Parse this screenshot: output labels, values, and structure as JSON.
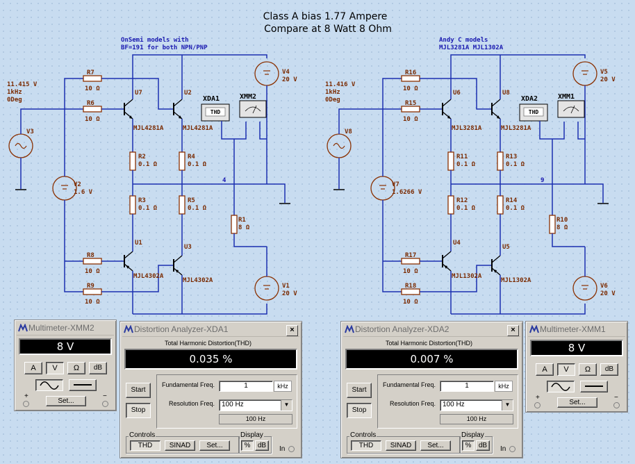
{
  "schematic": {
    "title_line1": "Class A bias 1.77 Ampere",
    "title_line2": "Compare at 8 Watt 8 Ohm",
    "left": {
      "note_line1": "OnSemi models with",
      "note_line2": "BF=191 for both NPN/PNP",
      "source": {
        "name": "V3",
        "amplitude": "11.415 V",
        "freq": "1kHz",
        "phase": "0Deg"
      },
      "bias_source": {
        "name": "V2",
        "value": "1.6 V"
      },
      "rail_top": {
        "name": "V4",
        "value": "20 V"
      },
      "rail_bottom": {
        "name": "V1",
        "value": "20 V"
      },
      "resistors": [
        {
          "name": "R7",
          "value": "10 Ω"
        },
        {
          "name": "R6",
          "value": "10 Ω"
        },
        {
          "name": "R2",
          "value": "0.1 Ω"
        },
        {
          "name": "R4",
          "value": "0.1 Ω"
        },
        {
          "name": "R3",
          "value": "0.1 Ω"
        },
        {
          "name": "R5",
          "value": "0.1 Ω"
        },
        {
          "name": "R1",
          "value": "8 Ω"
        },
        {
          "name": "R8",
          "value": "10 Ω"
        },
        {
          "name": "R9",
          "value": "10 Ω"
        }
      ],
      "transistors": [
        {
          "name": "U7",
          "model": "MJL4281A"
        },
        {
          "name": "U2",
          "model": "MJL4281A"
        },
        {
          "name": "U1",
          "model": "MJL4302A"
        },
        {
          "name": "U3",
          "model": "MJL4302A"
        }
      ],
      "node": "4",
      "xda": "XDA1",
      "xmm": "XMM2",
      "thd_tag": "THD"
    },
    "right": {
      "note_line1": "Andy C models",
      "note_line2": "MJL3281A MJL1302A",
      "source": {
        "name": "V8",
        "amplitude": "11.416 V",
        "freq": "1kHz",
        "phase": "0Deg"
      },
      "bias_source": {
        "name": "V7",
        "value": "1.6266 V"
      },
      "rail_top": {
        "name": "V5",
        "value": "20 V"
      },
      "rail_bottom": {
        "name": "V6",
        "value": "20 V"
      },
      "resistors": [
        {
          "name": "R16",
          "value": "10 Ω"
        },
        {
          "name": "R15",
          "value": "10 Ω"
        },
        {
          "name": "R11",
          "value": "0.1 Ω"
        },
        {
          "name": "R13",
          "value": "0.1 Ω"
        },
        {
          "name": "R12",
          "value": "0.1 Ω"
        },
        {
          "name": "R14",
          "value": "0.1 Ω"
        },
        {
          "name": "R10",
          "value": "8 Ω"
        },
        {
          "name": "R17",
          "value": "10 Ω"
        },
        {
          "name": "R18",
          "value": "10 Ω"
        }
      ],
      "transistors": [
        {
          "name": "U6",
          "model": "MJL3281A"
        },
        {
          "name": "U8",
          "model": "MJL3281A"
        },
        {
          "name": "U4",
          "model": "MJL1302A"
        },
        {
          "name": "U5",
          "model": "MJL1302A"
        }
      ],
      "node": "9",
      "xda": "XDA2",
      "xmm": "XMM1",
      "thd_tag": "THD"
    }
  },
  "multimeter_left": {
    "title": "Multimeter-XMM2",
    "reading": "8 V",
    "buttons": [
      "A",
      "V",
      "Ω",
      "dB"
    ],
    "set_label": "Set...",
    "plus": "+",
    "minus": "−"
  },
  "multimeter_right": {
    "title": "Multimeter-XMM1",
    "reading": "8 V",
    "buttons": [
      "A",
      "V",
      "Ω",
      "dB"
    ],
    "set_label": "Set...",
    "plus": "+",
    "minus": "−"
  },
  "analyzer_left": {
    "title": "Distortion Analyzer-XDA1",
    "heading": "Total Harmonic Distortion(THD)",
    "reading": "0.035 %",
    "start_label": "Start",
    "stop_label": "Stop",
    "fund_label": "Fundamental Freq.",
    "fund_value": "1",
    "fund_unit": "kHz",
    "res_label": "Resolution Freq.",
    "res_value": "100 Hz",
    "res_readout": "100 Hz",
    "controls_label": "Controls",
    "display_label": "Display",
    "thd_btn": "THD",
    "sinad_btn": "SINAD",
    "set_btn": "Set...",
    "pct_btn": "%",
    "db_btn": "dB",
    "in_label": "In"
  },
  "analyzer_right": {
    "title": "Distortion Analyzer-XDA2",
    "heading": "Total Harmonic Distortion(THD)",
    "reading": "0.007 %",
    "start_label": "Start",
    "stop_label": "Stop",
    "fund_label": "Fundamental Freq.",
    "fund_value": "1",
    "fund_unit": "kHz",
    "res_label": "Resolution Freq.",
    "res_value": "100 Hz",
    "res_readout": "100 Hz",
    "controls_label": "Controls",
    "display_label": "Display",
    "thd_btn": "THD",
    "sinad_btn": "SINAD",
    "set_btn": "Set...",
    "pct_btn": "%",
    "db_btn": "dB",
    "in_label": "In"
  },
  "colors": {
    "wire": "#1a2fb0",
    "component": "#8a3000",
    "display_bg": "#000000",
    "window_bg": "#d4d0c8"
  }
}
